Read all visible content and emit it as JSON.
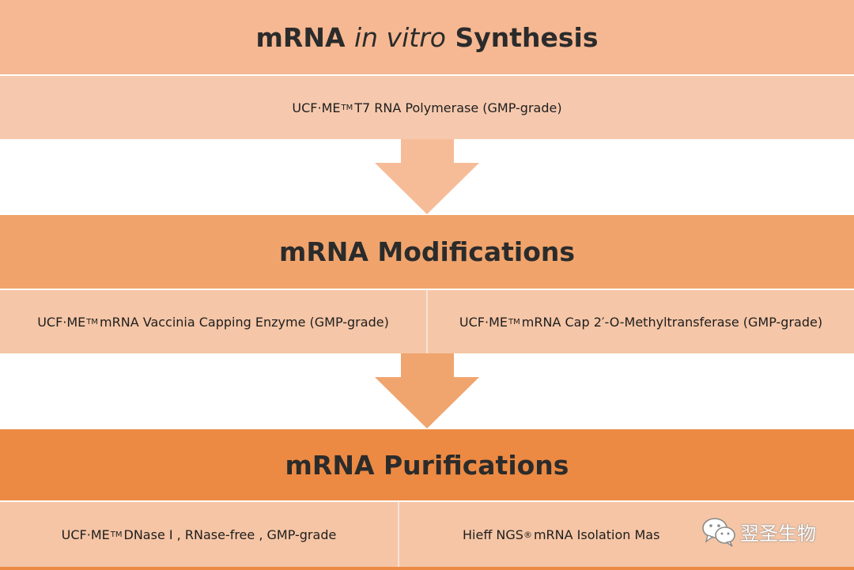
{
  "colors": {
    "stage1_title": "#f6b892",
    "stage1_body": "#f6c9ae",
    "stage2_title": "#f0a46c",
    "stage2_body": "#f5c6a7",
    "stage3_title": "#ec8a43",
    "stage3_body": "#f5c5a5",
    "arrow1": "#f6bc98",
    "arrow2": "#f0a46e"
  },
  "stages": [
    {
      "title_pre": "mRNA ",
      "title_italic": "in vitro",
      "title_post": " Synthesis",
      "products": [
        {
          "prefix": "UCF·ME",
          "tm": "TM",
          "name": " T7 RNA Polymerase (GMP-grade)"
        }
      ]
    },
    {
      "title": "mRNA Modifications",
      "products": [
        {
          "prefix": "UCF·ME",
          "tm": "TM",
          "name": " mRNA Vaccinia Capping Enzyme (GMP-grade)"
        },
        {
          "prefix": "UCF·ME",
          "tm": "TM",
          "name": " mRNA Cap 2′-O-Methyltransferase (GMP-grade)"
        }
      ]
    },
    {
      "title": "mRNA Purifications",
      "products": [
        {
          "prefix": "UCF·ME",
          "tm": "TM",
          "name": " DNase I , RNase-free ,  GMP-grade"
        },
        {
          "prefix": "Hieff NGS",
          "tm": "®",
          "name": " mRNA Isolation Mas"
        }
      ]
    }
  ],
  "watermark": {
    "icon": "wechat-icon",
    "text": "翌圣生物"
  }
}
